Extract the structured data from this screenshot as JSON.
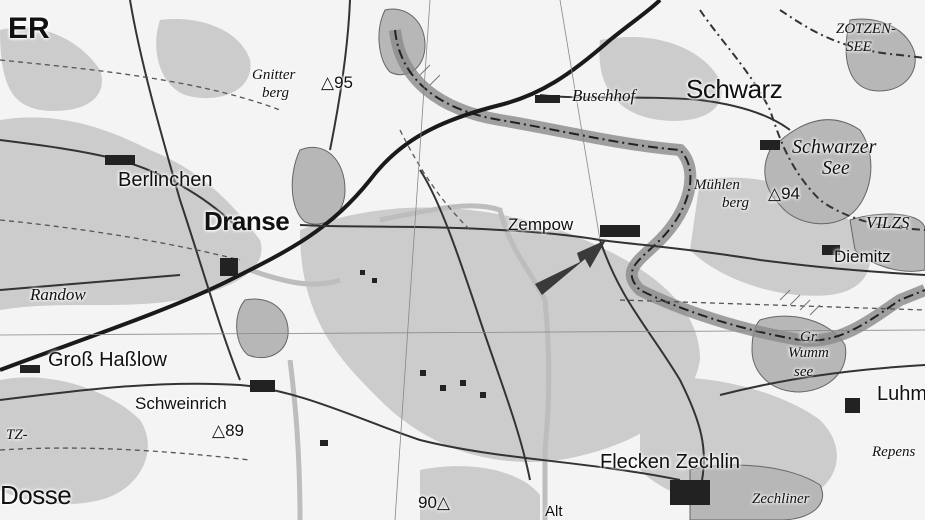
{
  "map": {
    "labels": {
      "er": "ER",
      "gnitterberg_1": "Gnitter",
      "gnitterberg_2": "berg",
      "elev_95": "95",
      "buschhof": "Buschhof",
      "schwarz": "Schwarz",
      "zotzensee_1": "ZOTZEN-",
      "zotzensee_2": "SEE",
      "schwarzer_see_1": "Schwarzer",
      "schwarzer_see_2": "See",
      "berlinchen": "Berlinchen",
      "dranse": "Dranse",
      "zempow": "Zempow",
      "muehlenberg_1": "Mühlen",
      "muehlenberg_2": "berg",
      "elev_94": "94",
      "vilzs": "VILZS",
      "diemitz": "Diemitz",
      "randow": "Randow",
      "gross_hasslow": "Groß Haßlow",
      "schweinrich": "Schweinrich",
      "elev_89": "89",
      "tz": "TZ-",
      "gr_wummsee_1": "Gr.",
      "gr_wummsee_2": "Wumm",
      "gr_wummsee_3": "see",
      "luhm": "Luhm",
      "repens": "Repens",
      "dosse": "Dosse",
      "flecken_zechlin": "Flecken Zechlin",
      "zechliner_1": "Zechliner",
      "elev_90": "90",
      "alt": "Alt"
    },
    "icons": {
      "triangle": "△",
      "arrow": "location-arrow-icon"
    },
    "colors": {
      "background": "#f4f4f4",
      "forest": "#cccccc",
      "water": "#b7b7b7",
      "road": "#1a1a1a",
      "boundary": "#222222",
      "arrow": "#3a3a3a"
    }
  }
}
